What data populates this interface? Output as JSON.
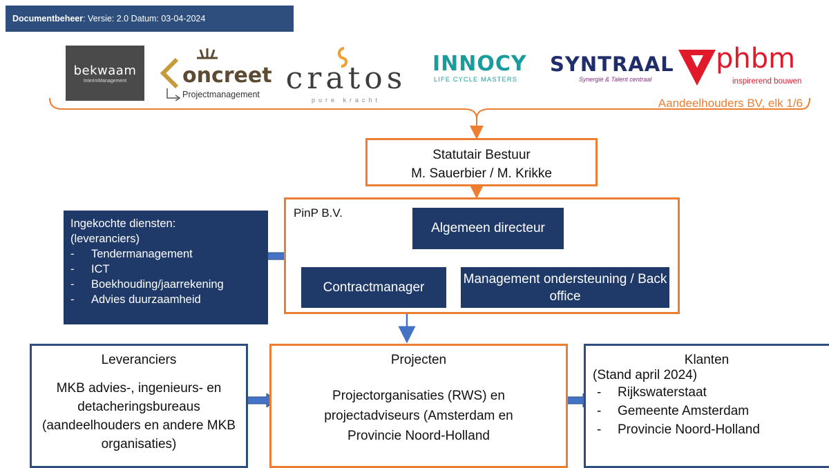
{
  "docbar": {
    "label": "Documentbeheer",
    "text": ": Versie: 2.0 Datum: 03-04-2024"
  },
  "logos": {
    "bekwaam": {
      "main": "bekwaam",
      "sub": "InterimManagement"
    },
    "koncreet": {
      "main": "oncreet",
      "sub": "Projectmanagement"
    },
    "cratos": {
      "main": "cratos",
      "sub": "pure kracht"
    },
    "innocy": {
      "main": "INNOCY",
      "sub": "LIFE CYCLE MASTERS"
    },
    "syntraal": {
      "main": "SYNTRAAL",
      "sub": "Synergie & Talent centraal"
    },
    "phbm": {
      "main": "phbm",
      "sub": "inspirerend bouwen"
    }
  },
  "shareholders_label": "Aandeelhouders BV, elk 1/6",
  "board": {
    "line1": "Statutair Bestuur",
    "line2": "M. Sauerbier / M. Krikke"
  },
  "company": {
    "name": "PinP B.V.",
    "director": "Algemeen directeur",
    "contract_manager": "Contractmanager",
    "support": "Management ondersteuning / Back office"
  },
  "services": {
    "title": "Ingekochte diensten:",
    "subtitle": "(leveranciers)",
    "items": [
      "Tendermanagement",
      "ICT",
      "Boekhouding/jaarrekening",
      "Advies duurzaamheid"
    ]
  },
  "suppliers": {
    "title": "Leveranciers",
    "text": "MKB advies-, ingenieurs- en detacheringsbureaus (aandeelhouders en andere MKB organisaties)"
  },
  "projects": {
    "title": "Projecten",
    "text": "Projectorganisaties (RWS) en projectadviseurs (Amsterdam en Provincie Noord-Holland"
  },
  "clients": {
    "title": "Klanten",
    "subtitle": "(Stand april 2024)",
    "items": [
      "Rijkswaterstaat",
      "Gemeente Amsterdam",
      "Provincie Noord-Holland"
    ]
  },
  "colors": {
    "orange": "#ed7d31",
    "navy": "#1f3a68",
    "blue": "#2e4f7d",
    "arrow": "#4472c4"
  }
}
